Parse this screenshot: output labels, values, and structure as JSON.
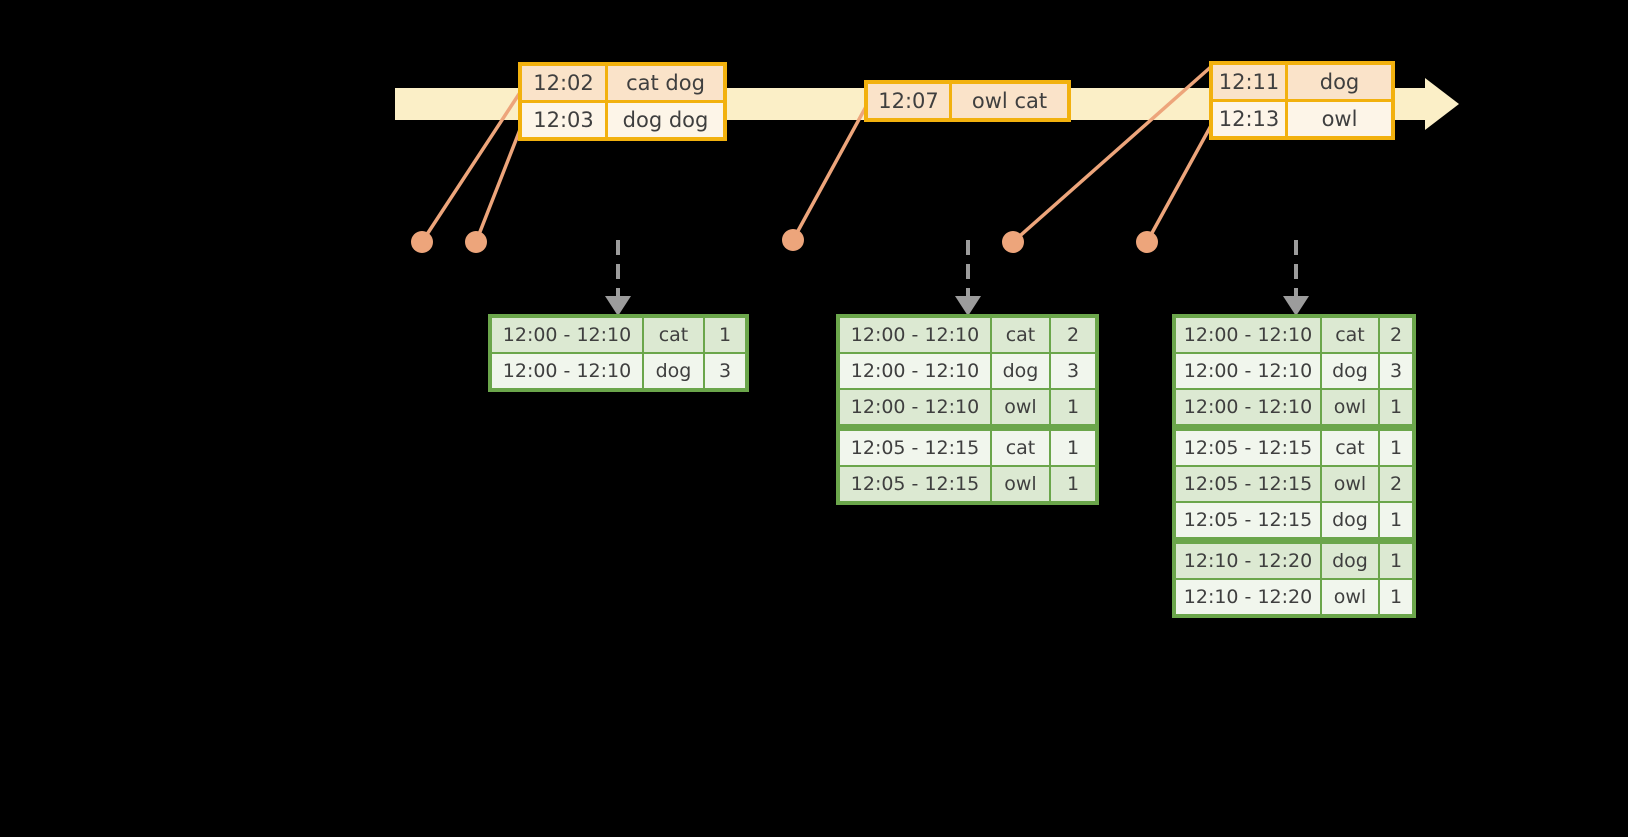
{
  "colors": {
    "background": "#000000",
    "timeline_band": "#FBEFC7",
    "event_border": "#F2B10E",
    "event_row_dark": "#FAE3C9",
    "event_row_light": "#FDF5E8",
    "result_border": "#6BA64B",
    "result_row_dark": "#DCE9D2",
    "result_row_light": "#F1F6ED",
    "connector": "#EDA57B",
    "trigger_arrow": "#9C9C9C",
    "text": "#3F3F3F"
  },
  "diagram": {
    "event_tables": [
      {
        "name": "event-table-1",
        "rows": [
          {
            "time": "12:02",
            "words": "cat dog"
          },
          {
            "time": "12:03",
            "words": "dog dog"
          }
        ]
      },
      {
        "name": "event-table-2",
        "rows": [
          {
            "time": "12:07",
            "words": "owl cat"
          }
        ]
      },
      {
        "name": "event-table-3",
        "rows": [
          {
            "time": "12:11",
            "words": "dog"
          },
          {
            "time": "12:13",
            "words": "owl"
          }
        ]
      }
    ],
    "result_tables": [
      {
        "name": "result-table-1",
        "rows": [
          {
            "window": "12:00 - 12:10",
            "word": "cat",
            "count": "1"
          },
          {
            "window": "12:00 - 12:10",
            "word": "dog",
            "count": "3"
          }
        ]
      },
      {
        "name": "result-table-2",
        "rows": [
          {
            "window": "12:00 - 12:10",
            "word": "cat",
            "count": "2"
          },
          {
            "window": "12:00 - 12:10",
            "word": "dog",
            "count": "3"
          },
          {
            "window": "12:00 - 12:10",
            "word": "owl",
            "count": "1",
            "group_end": true
          },
          {
            "window": "12:05 - 12:15",
            "word": "cat",
            "count": "1"
          },
          {
            "window": "12:05 - 12:15",
            "word": "owl",
            "count": "1"
          }
        ]
      },
      {
        "name": "result-table-3",
        "rows": [
          {
            "window": "12:00 - 12:10",
            "word": "cat",
            "count": "2"
          },
          {
            "window": "12:00 - 12:10",
            "word": "dog",
            "count": "3"
          },
          {
            "window": "12:00 - 12:10",
            "word": "owl",
            "count": "1",
            "group_end": true
          },
          {
            "window": "12:05 - 12:15",
            "word": "cat",
            "count": "1"
          },
          {
            "window": "12:05 - 12:15",
            "word": "owl",
            "count": "2"
          },
          {
            "window": "12:05 - 12:15",
            "word": "dog",
            "count": "1",
            "group_end": true
          },
          {
            "window": "12:10 - 12:20",
            "word": "dog",
            "count": "1"
          },
          {
            "window": "12:10 - 12:20",
            "word": "owl",
            "count": "1"
          }
        ]
      }
    ]
  }
}
